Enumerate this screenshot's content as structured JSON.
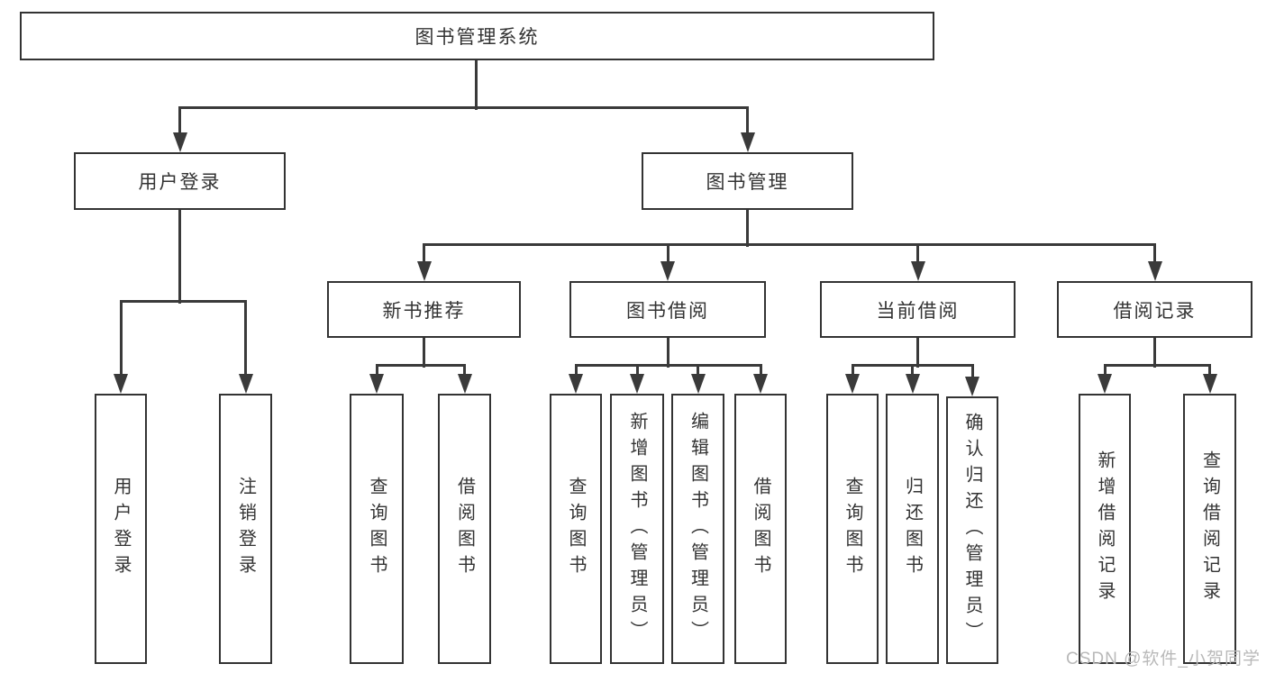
{
  "diagram": {
    "root": "图书管理系统",
    "branches": [
      {
        "label": "用户登录",
        "children": [
          {
            "label": "用户登录"
          },
          {
            "label": "注销登录"
          }
        ]
      },
      {
        "label": "图书管理",
        "children": [
          {
            "label": "新书推荐",
            "children": [
              {
                "label": "查询图书"
              },
              {
                "label": "借阅图书"
              }
            ]
          },
          {
            "label": "图书借阅",
            "children": [
              {
                "label": "查询图书"
              },
              {
                "label": "新增图书（管理员）"
              },
              {
                "label": "编辑图书（管理员）"
              },
              {
                "label": "借阅图书"
              }
            ]
          },
          {
            "label": "当前借阅",
            "children": [
              {
                "label": "查询图书"
              },
              {
                "label": "归还图书"
              },
              {
                "label": "确认归还（管理员）"
              }
            ]
          },
          {
            "label": "借阅记录",
            "children": [
              {
                "label": "新增借阅记录"
              },
              {
                "label": "查询借阅记录"
              }
            ]
          }
        ]
      }
    ]
  },
  "watermark": "CSDN @软件_小贺同学",
  "colors": {
    "line": "#3a3a3a",
    "border": "#333333",
    "text": "#333333",
    "background": "#ffffff",
    "watermark": "#b9b9b9"
  }
}
